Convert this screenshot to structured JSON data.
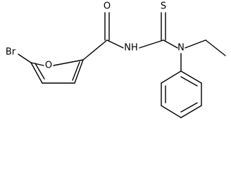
{
  "molecule": {
    "atoms": {
      "br": "Br",
      "o_ring": "O",
      "o_carbonyl": "O",
      "nh": "NH",
      "s": "S",
      "n": "N"
    }
  }
}
